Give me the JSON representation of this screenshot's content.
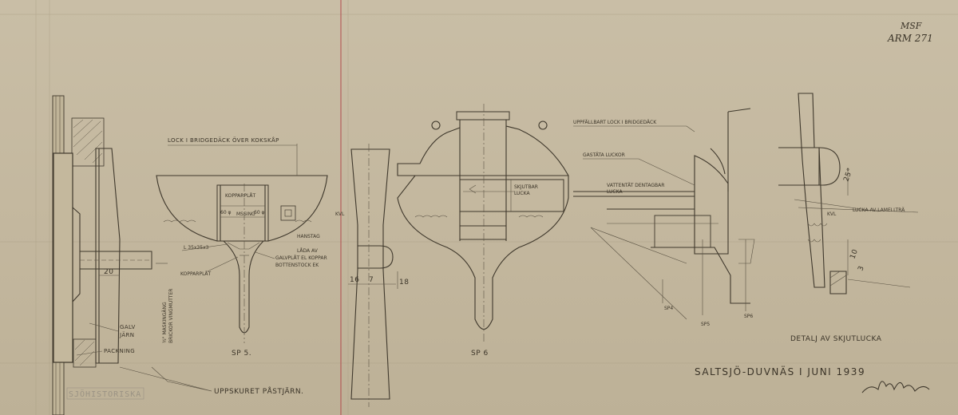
{
  "corner_ref": {
    "line1": "MSF",
    "line2": "ARM 271"
  },
  "sections": {
    "sp5": "SP 5.",
    "sp6": "SP 6",
    "sp4": "SP4",
    "sp5_side": "SP5",
    "sp6_side": "SP6"
  },
  "labels": {
    "lock_bridgedack_kokskap": "LOCK I BRIDGEDÄCK ÖVER KOKSKÅP",
    "kopparplat_top": "KOPPARPLÅT",
    "dim_60": "60 φ",
    "dim_60b": "60 φ",
    "dim_mssing": "MSSING",
    "l_profile": "L 35x35x3",
    "kopparplat": "KOPPARPLÅT",
    "bultar_note_1": "½\" MASKINGÄNG",
    "bultar_note_2": "BRICKOR VINGMUTTER",
    "galv_jarn_1": "GALV",
    "galv_jarn_2": "JÄRN",
    "packning": "PACKNING",
    "uppskuret": "UPPSKURET PÅSTJÄRN.",
    "kvl_mid": "KVL",
    "hanstag": "HANSTAG",
    "lada_1": "LÅDA AV",
    "lada_2": "GALVPLÅT EL KOPPAR",
    "lada_3": "BOTTENSTOCK EK",
    "dim_16": "16",
    "dim_7": "7",
    "dim_18": "18",
    "dim_20": "20",
    "skjutbar_1": "SKJUTBAR",
    "skjutbar_2": "LUCKA",
    "uppfallbart": "UPPFÄLLBART LOCK I BRIDGEDÄCK",
    "gastata": "GASTÄTA LUCKOR",
    "vattentat_1": "VATTENTÄT DENTAGBAR",
    "vattentat_2": "LUCKA",
    "angle_25": "25°",
    "lucka_lamell": "LUCKA AV LAMELLTRÄ",
    "kvl_right": "KVL",
    "dim_10": "10",
    "dim_3": "3",
    "detalj": "DETALJ AV SKJUTLUCKA",
    "place_date": "SALTSJÖ-DUVNÄS I JUNI 1939",
    "stamp": "SJÖHISTORISKA"
  },
  "signature": "signature-scribble"
}
